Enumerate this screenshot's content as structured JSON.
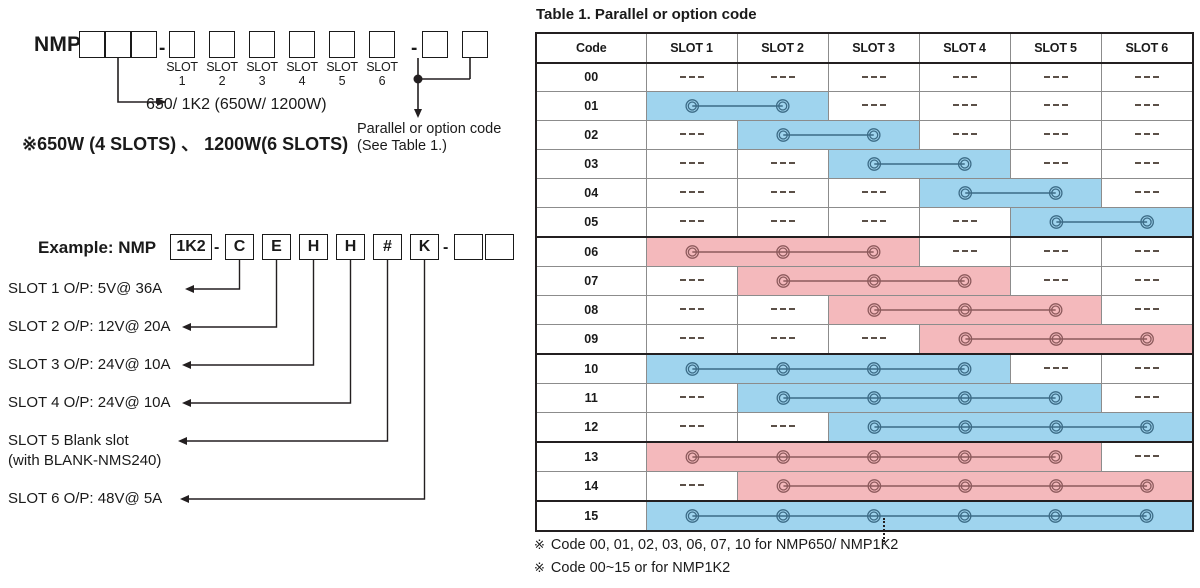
{
  "model_diagram": {
    "prefix": "NMP",
    "separator": "-",
    "power_boxes": 3,
    "slot_boxes": 6,
    "option_boxes": 2,
    "slot_labels": [
      "SLOT 1",
      "SLOT 2",
      "SLOT 3",
      "SLOT 4",
      "SLOT 5",
      "SLOT 6"
    ],
    "power_callout": "650/ 1K2 (650W/ 1200W)",
    "slots_note": "※650W (4 SLOTS) 、 1200W(6 SLOTS)",
    "option_callout_line1": "Parallel or option code",
    "option_callout_line2": "(See Table 1.)"
  },
  "example": {
    "title": "Example: NMP",
    "power_code": "1K2",
    "separator1": "-",
    "separator2": "-",
    "codes": [
      "C",
      "E",
      "H",
      "H",
      "#",
      "K"
    ],
    "trailing_boxes": 2,
    "slot_lines": [
      {
        "id": "slot1",
        "text": "SLOT 1  O/P: 5V@ 36A"
      },
      {
        "id": "slot2",
        "text": "SLOT 2  O/P: 12V@ 20A"
      },
      {
        "id": "slot3",
        "text": "SLOT 3  O/P: 24V@ 10A"
      },
      {
        "id": "slot4",
        "text": "SLOT 4  O/P: 24V@ 10A"
      },
      {
        "id": "slot5a",
        "text": "SLOT 5  Blank slot"
      },
      {
        "id": "slot5b",
        "text": "(with BLANK-NMS240)"
      },
      {
        "id": "slot6",
        "text": "SLOT 6  O/P: 48V@ 5A"
      }
    ]
  },
  "table": {
    "title": "Table 1. Parallel or option code",
    "columns": [
      "Code",
      "SLOT 1",
      "SLOT 2",
      "SLOT 3",
      "SLOT 4",
      "SLOT 5",
      "SLOT 6"
    ],
    "empty_marker": "-----",
    "colors": {
      "blue": "#9FD4EE",
      "pink": "#F4B9BC",
      "blue_line": "#3c6b86",
      "pink_line": "#8c5a5c",
      "border": "#231f20"
    },
    "rows": [
      {
        "code": "00",
        "start": 0,
        "span": 0,
        "color": "none",
        "group_top": false
      },
      {
        "code": "01",
        "start": 1,
        "span": 2,
        "color": "blue",
        "group_top": false
      },
      {
        "code": "02",
        "start": 2,
        "span": 2,
        "color": "blue",
        "group_top": false
      },
      {
        "code": "03",
        "start": 3,
        "span": 2,
        "color": "blue",
        "group_top": false
      },
      {
        "code": "04",
        "start": 4,
        "span": 2,
        "color": "blue",
        "group_top": false
      },
      {
        "code": "05",
        "start": 5,
        "span": 2,
        "color": "blue",
        "group_top": false
      },
      {
        "code": "06",
        "start": 1,
        "span": 3,
        "color": "pink",
        "group_top": true
      },
      {
        "code": "07",
        "start": 2,
        "span": 3,
        "color": "pink",
        "group_top": false
      },
      {
        "code": "08",
        "start": 3,
        "span": 3,
        "color": "pink",
        "group_top": false
      },
      {
        "code": "09",
        "start": 4,
        "span": 3,
        "color": "pink",
        "group_top": false
      },
      {
        "code": "10",
        "start": 1,
        "span": 4,
        "color": "blue",
        "group_top": true
      },
      {
        "code": "11",
        "start": 2,
        "span": 4,
        "color": "blue",
        "group_top": false
      },
      {
        "code": "12",
        "start": 3,
        "span": 4,
        "color": "blue",
        "group_top": false
      },
      {
        "code": "13",
        "start": 1,
        "span": 5,
        "color": "pink",
        "group_top": true
      },
      {
        "code": "14",
        "start": 2,
        "span": 5,
        "color": "pink",
        "group_top": false
      },
      {
        "code": "15",
        "start": 1,
        "span": 6,
        "color": "blue",
        "group_top": true
      }
    ]
  },
  "footnotes": [
    {
      "mark": "※",
      "text": "Code 00, 01, 02, 03, 06, 07, 10 for NMP650/ NMP1K2"
    },
    {
      "mark": "※",
      "text": "Code 00~15 or for NMP1K2"
    }
  ]
}
